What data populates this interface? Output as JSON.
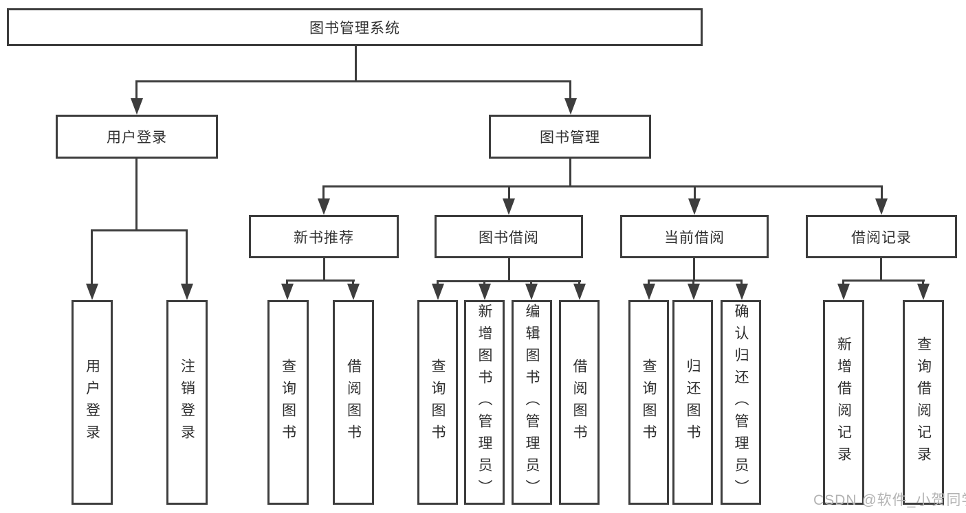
{
  "tree": {
    "label": "图书管理系统",
    "children": [
      {
        "label": "用户登录",
        "children": [
          {
            "label": "用户登录"
          },
          {
            "label": "注销登录"
          }
        ]
      },
      {
        "label": "图书管理",
        "children": [
          {
            "label": "新书推荐",
            "children": [
              {
                "label": "查询图书"
              },
              {
                "label": "借阅图书"
              }
            ]
          },
          {
            "label": "图书借阅",
            "children": [
              {
                "label": "查询图书"
              },
              {
                "label": "新增图书（管理员）"
              },
              {
                "label": "编辑图书（管理员）"
              },
              {
                "label": "借阅图书"
              }
            ]
          },
          {
            "label": "当前借阅",
            "children": [
              {
                "label": "查询图书"
              },
              {
                "label": "归还图书"
              },
              {
                "label": "确认归还（管理员）"
              }
            ]
          },
          {
            "label": "借阅记录",
            "children": [
              {
                "label": "新增借阅记录"
              },
              {
                "label": "查询借阅记录"
              }
            ]
          }
        ]
      }
    ]
  },
  "watermark": {
    "text": "CSDN @软件_小贺同学"
  },
  "colors": {
    "line": "#3d3d3d",
    "text": "#2f2f2f",
    "watermark": "#b3b3b3",
    "background": "#ffffff"
  }
}
